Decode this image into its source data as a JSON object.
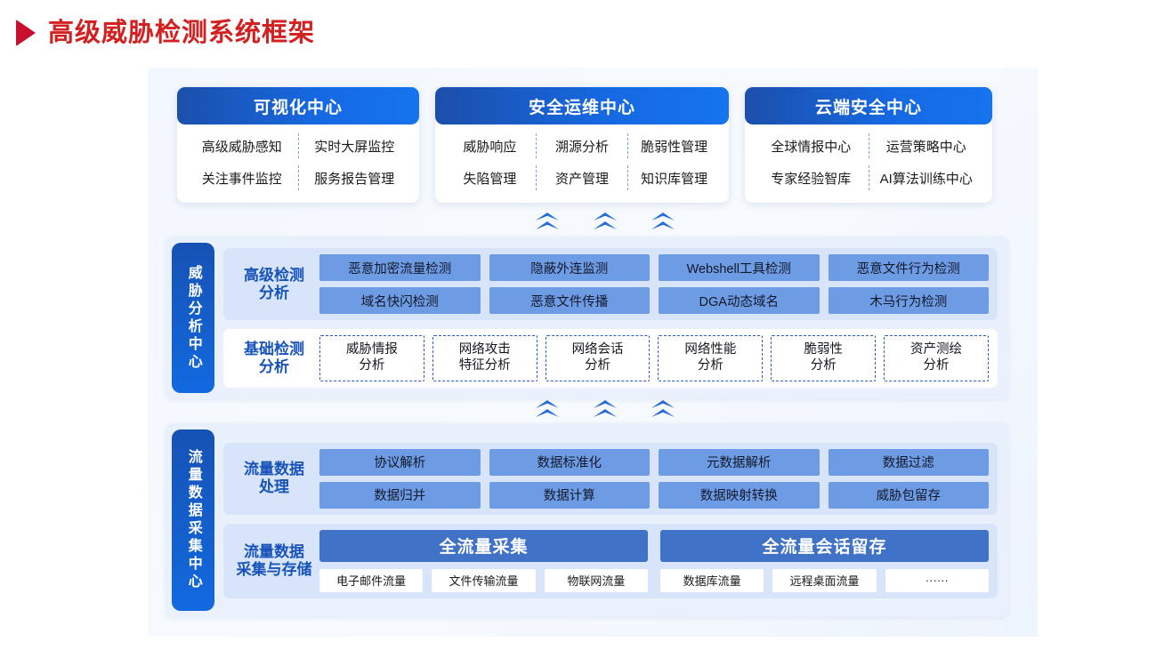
{
  "title": "高级威胁检测系统框架",
  "colors": {
    "title_red": "#d32020",
    "header_blue_dark": "#1c4fab",
    "header_blue_light": "#1574ee",
    "chip_blue": "#6e9ce4",
    "label_blue": "#1853ba",
    "panel_bg": "#f3f7fe"
  },
  "top_cards": [
    {
      "header": "可视化中心",
      "rows": [
        [
          "高级威胁感知",
          "实时大屏监控"
        ],
        [
          "关注事件监控",
          "服务报告管理"
        ]
      ]
    },
    {
      "header": "安全运维中心",
      "rows": [
        [
          "威胁响应",
          "溯源分析",
          "脆弱性管理"
        ],
        [
          "失陷管理",
          "资产管理",
          "知识库管理"
        ]
      ]
    },
    {
      "header": "云端安全中心",
      "rows": [
        [
          "全球情报中心",
          "运营策略中心"
        ],
        [
          "专家经验智库",
          "AI算法训练中心"
        ]
      ]
    }
  ],
  "threat_center": {
    "vtab": "威胁分析中心",
    "advanced": {
      "label_line1": "高级检测",
      "label_line2": "分析",
      "rows": [
        [
          "恶意加密流量检测",
          "隐蔽外连监测",
          "Webshell工具检测",
          "恶意文件行为检测"
        ],
        [
          "域名快闪检测",
          "恶意文件传播",
          "DGA动态域名",
          "木马行为检测"
        ]
      ]
    },
    "basic": {
      "label_line1": "基础检测",
      "label_line2": "分析",
      "items": [
        {
          "line1": "威胁情报",
          "line2": "分析"
        },
        {
          "line1": "网络攻击",
          "line2": "特征分析"
        },
        {
          "line1": "网络会话",
          "line2": "分析"
        },
        {
          "line1": "网络性能",
          "line2": "分析"
        },
        {
          "line1": "脆弱性",
          "line2": "分析"
        },
        {
          "line1": "资产测绘",
          "line2": "分析"
        }
      ]
    }
  },
  "collect_center": {
    "vtab": "流量数据采集中心",
    "processing": {
      "label_line1": "流量数据",
      "label_line2": "处理",
      "rows": [
        [
          "协议解析",
          "数据标准化",
          "元数据解析",
          "数据过滤"
        ],
        [
          "数据归并",
          "数据计算",
          "数据映射转换",
          "威胁包留存"
        ]
      ]
    },
    "storage": {
      "label_line1": "流量数据",
      "label_line2": "采集与存储",
      "columns": [
        {
          "title": "全流量采集",
          "tags": [
            "电子邮件流量",
            "文件传输流量",
            "物联网流量"
          ]
        },
        {
          "title": "全流量会话留存",
          "tags": [
            "数据库流量",
            "远程桌面流量",
            "······"
          ]
        }
      ]
    }
  },
  "arrows": {
    "icon": "double-chevron-up-icon",
    "count": 3
  }
}
